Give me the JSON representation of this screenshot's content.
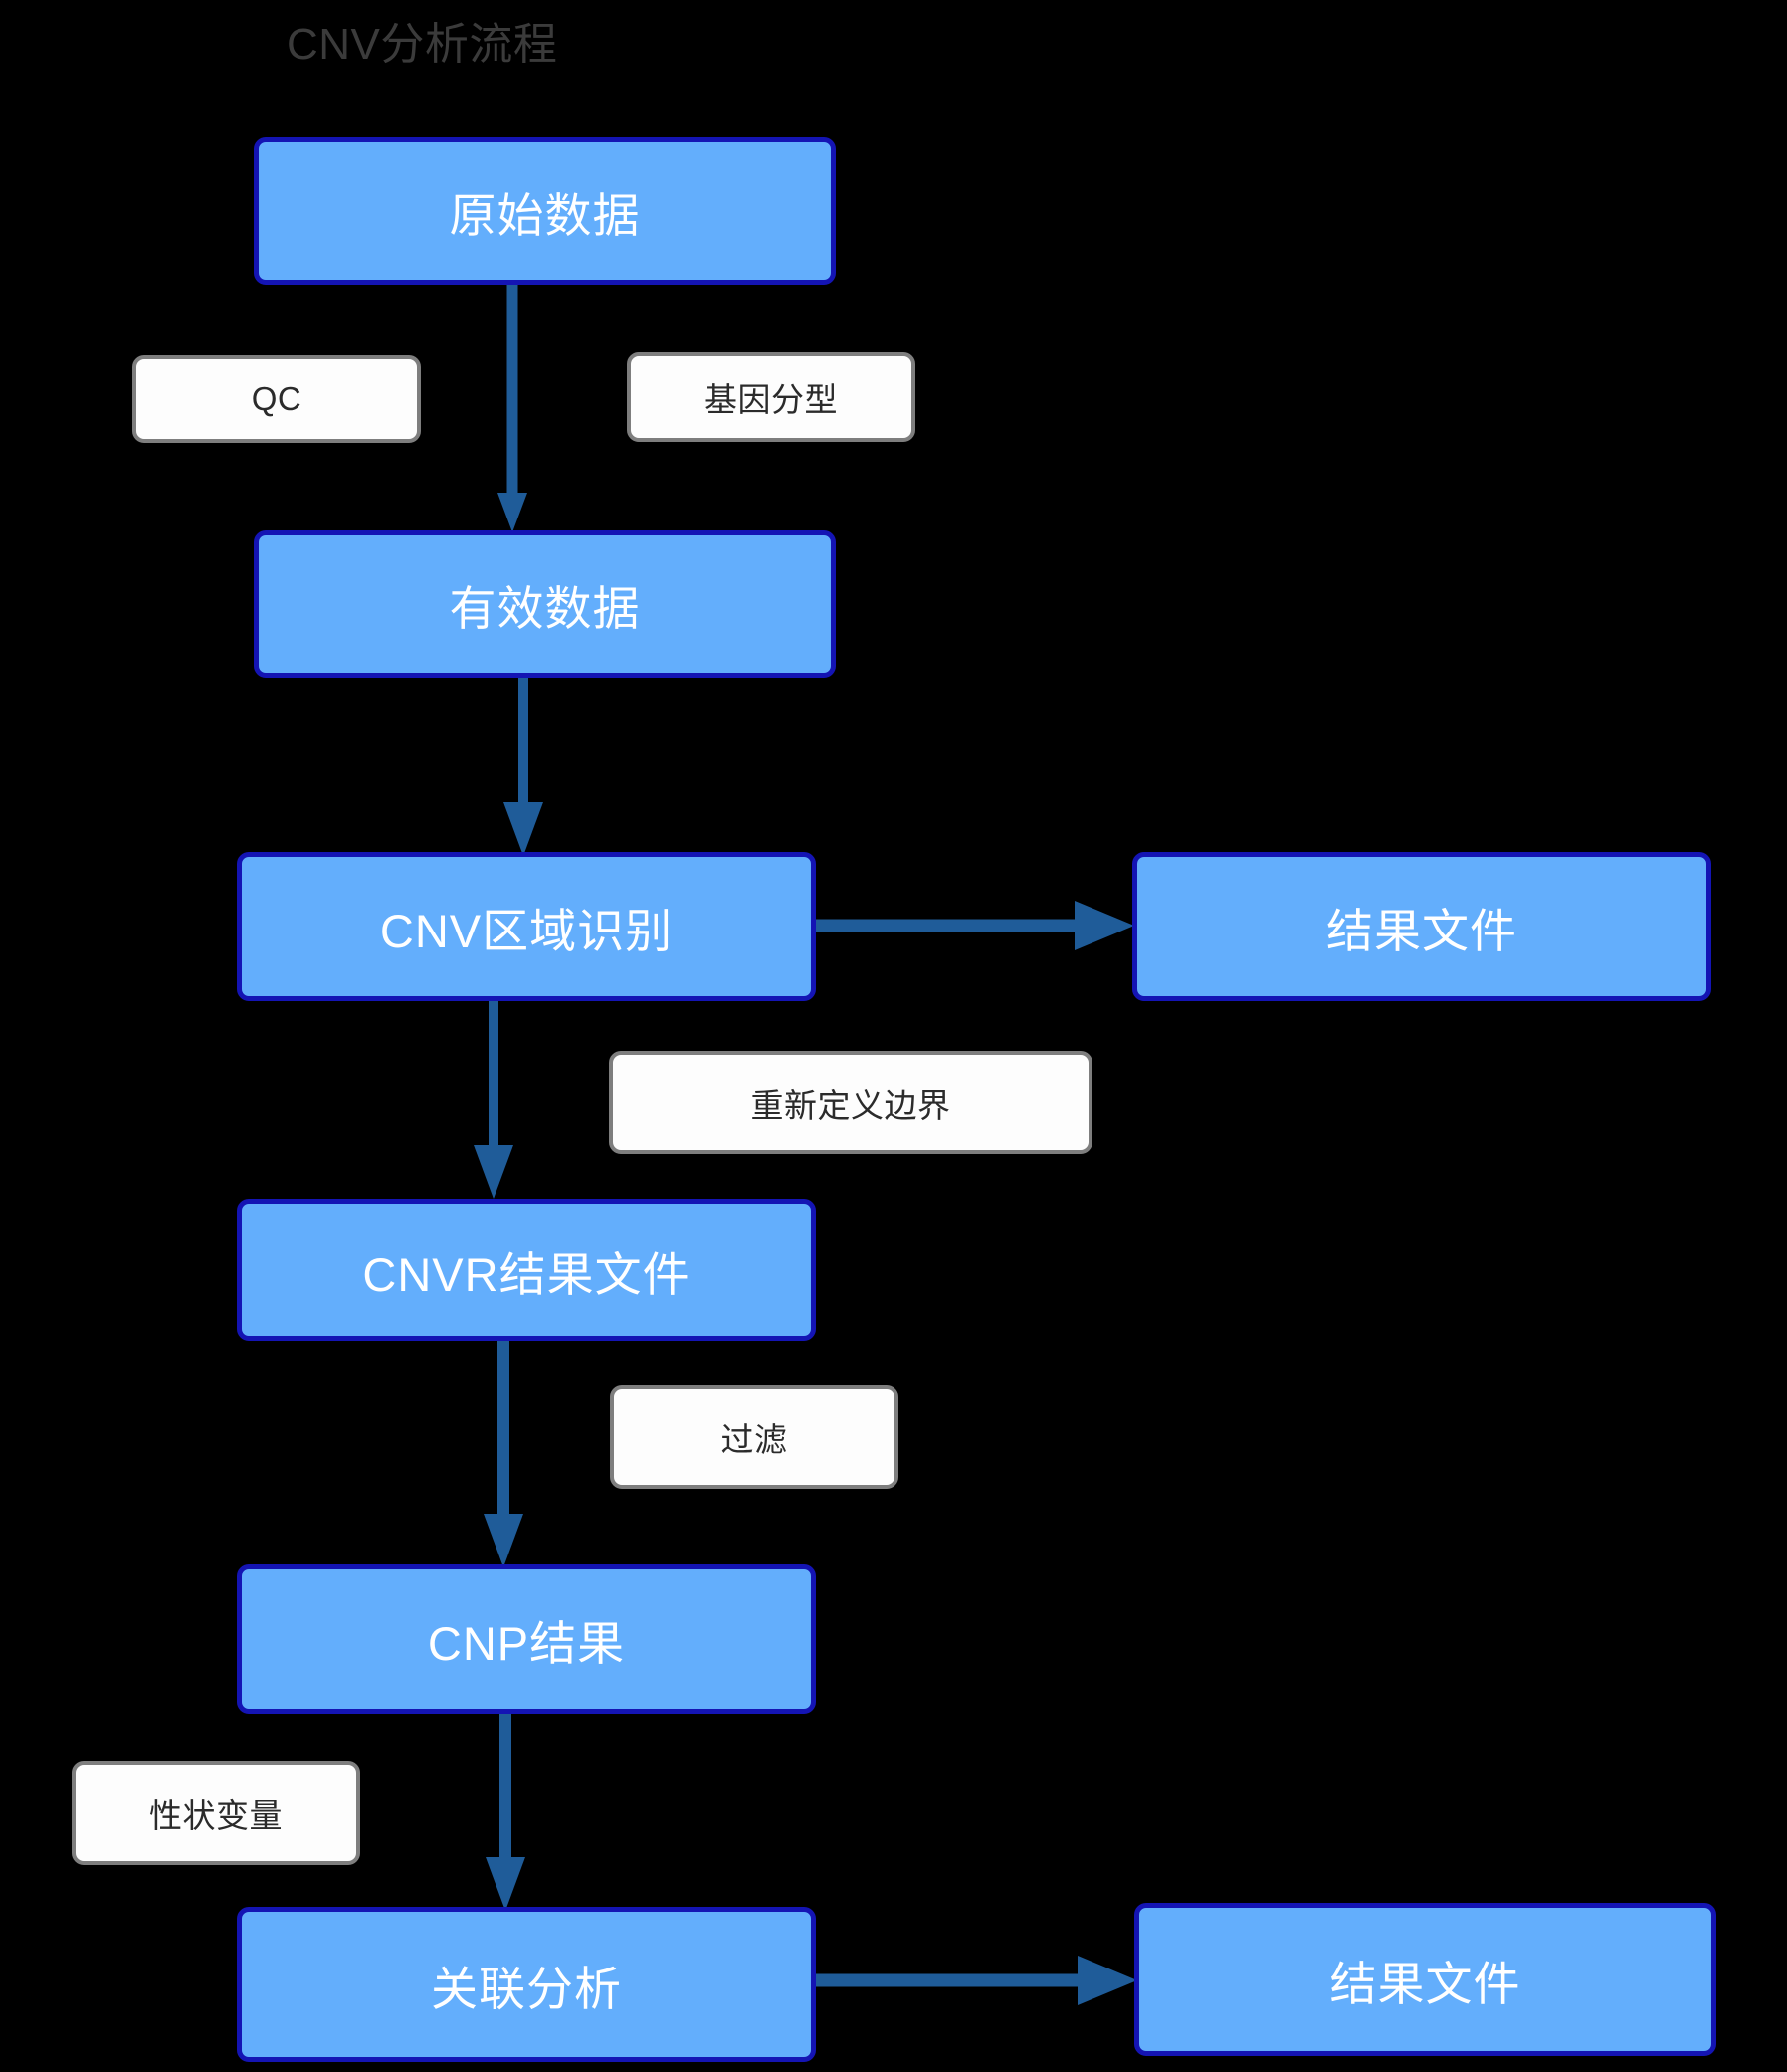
{
  "diagram": {
    "title": "CNV分析流程",
    "background_color": "#000000",
    "node_fill_color": "#63aefc",
    "node_border_color": "#1414b4",
    "node_text_color": "#ffffff",
    "label_fill_color": "#fdfdfd",
    "label_border_color": "#7e7e7e",
    "label_text_color": "#2b2b2b",
    "arrow_color": "#1f5c99",
    "title_color": "#3b3b3b"
  },
  "nodes": [
    {
      "id": "raw-data",
      "label": "原始数据"
    },
    {
      "id": "valid-data",
      "label": "有效数据"
    },
    {
      "id": "cnv-region",
      "label": "CNV区域识别"
    },
    {
      "id": "result-file-top",
      "label": "结果文件"
    },
    {
      "id": "cnvr-result",
      "label": "CNVR结果文件"
    },
    {
      "id": "cnp-result",
      "label": "CNP结果"
    },
    {
      "id": "association",
      "label": "关联分析"
    },
    {
      "id": "result-file-bottom",
      "label": "结果文件"
    }
  ],
  "edge_labels": [
    {
      "id": "qc",
      "label": "QC"
    },
    {
      "id": "genotyping",
      "label": "基因分型"
    },
    {
      "id": "redefine-bound",
      "label": "重新定义边界"
    },
    {
      "id": "filter",
      "label": "过滤"
    },
    {
      "id": "trait-variable",
      "label": "性状变量"
    }
  ],
  "edges": [
    {
      "from": "raw-data",
      "to": "valid-data",
      "direction": "down"
    },
    {
      "from": "valid-data",
      "to": "cnv-region",
      "direction": "down"
    },
    {
      "from": "cnv-region",
      "to": "result-file-top",
      "direction": "right"
    },
    {
      "from": "cnv-region",
      "to": "cnvr-result",
      "direction": "down"
    },
    {
      "from": "cnvr-result",
      "to": "cnp-result",
      "direction": "down"
    },
    {
      "from": "cnp-result",
      "to": "association",
      "direction": "down"
    },
    {
      "from": "association",
      "to": "result-file-bottom",
      "direction": "right"
    }
  ]
}
